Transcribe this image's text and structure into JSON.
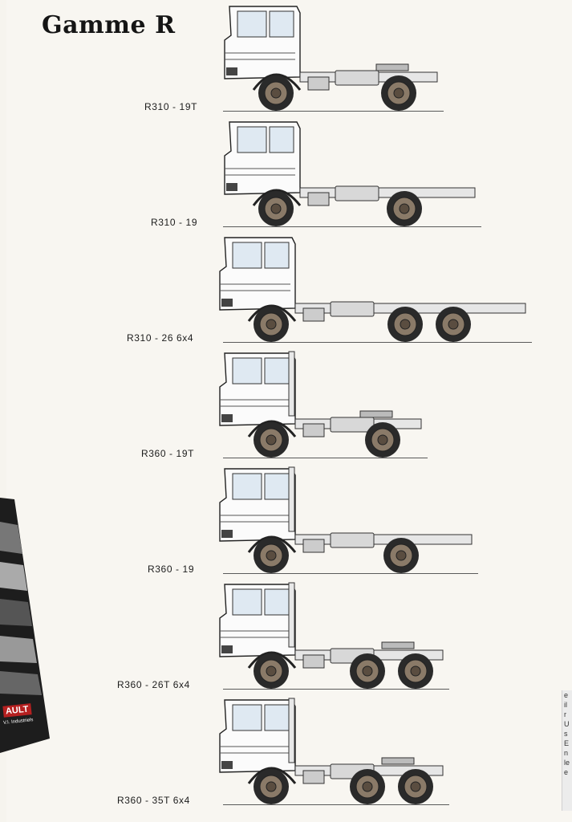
{
  "title": "Gamme R",
  "trucks": [
    {
      "label": "R310 - 19T",
      "type": "tractor-2axle",
      "exhaust": false
    },
    {
      "label": "R310 - 19",
      "type": "chassis-2axle",
      "exhaust": false
    },
    {
      "label": "R310 - 26 6x4",
      "type": "chassis-3axle",
      "exhaust": false
    },
    {
      "label": "R360 - 19T",
      "type": "tractor-2axle",
      "exhaust": true
    },
    {
      "label": "R360 - 19",
      "type": "chassis-2axle",
      "exhaust": true
    },
    {
      "label": "R360 - 26T 6x4",
      "type": "tractor-3axle",
      "exhaust": true
    },
    {
      "label": "R360 - 35T 6x4",
      "type": "tractor-3axle",
      "exhaust": true
    }
  ],
  "brochure": {
    "logo_text": "AULT",
    "sub_text": "V.I. Industriels"
  },
  "right_margin_chars": [
    "e",
    "il",
    "r",
    "U",
    "s",
    "E",
    "n",
    "le",
    "e"
  ]
}
